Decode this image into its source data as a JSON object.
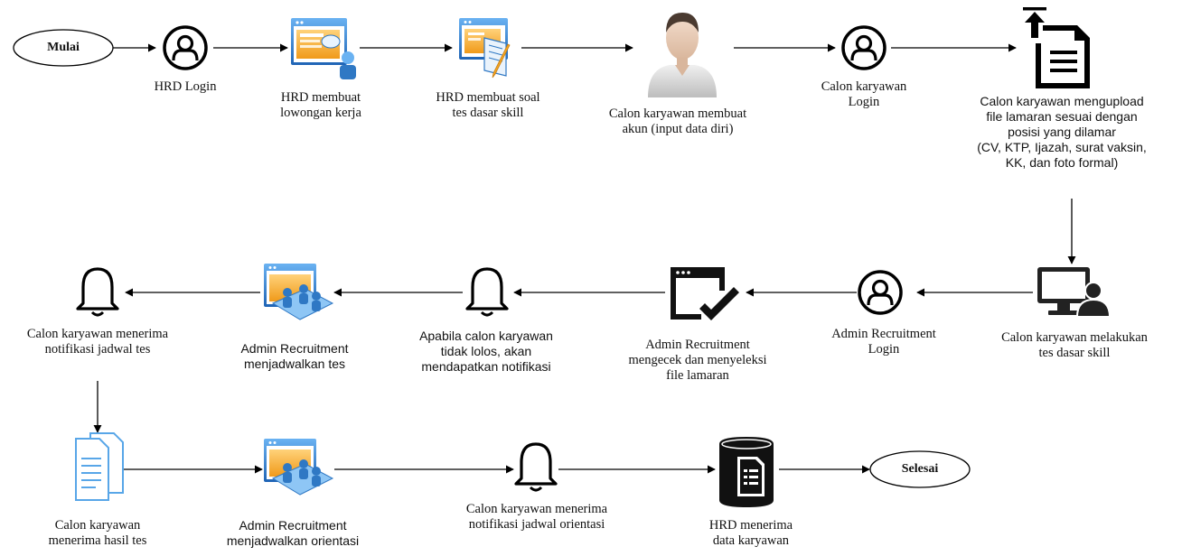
{
  "terminals": {
    "start": "Mulai",
    "end": "Selesai"
  },
  "steps": {
    "hrd_login": "HRD Login",
    "hrd_create_vacancy": "HRD membuat\nlowongan kerja",
    "hrd_create_test": "HRD membuat soal\ntes dasar skill",
    "candidate_create_account": "Calon karyawan membuat\nakun (input data diri)",
    "candidate_login": "Calon karyawan\nLogin",
    "candidate_upload": "Calon karyawan mengupload\nfile lamaran sesuai dengan\nposisi yang dilamar\n(CV, KTP, Ijazah, surat vaksin,\nKK, dan foto formal)",
    "candidate_skill_test": "Calon karyawan melakukan\ntes dasar skill",
    "admin_login": "Admin Recruitment\nLogin",
    "admin_screening": "Admin Recruitment\nmengecek dan menyeleksi\nfile lamaran",
    "rejection_notice": "Apabila calon karyawan\ntidak lolos, akan\nmendapatkan notifikasi",
    "admin_schedule_test": "Admin Recruitment\nmenjadwalkan tes",
    "candidate_test_notice": "Calon karyawan menerima\nnotifikasi jadwal tes",
    "candidate_test_result": "Calon karyawan\nmenerima hasil tes",
    "admin_schedule_orientation": "Admin Recruitment\nmenjadwalkan orientasi",
    "candidate_orientation_notice": "Calon karyawan menerima\nnotifikasi jadwal orientasi",
    "hrd_receive_data": "HRD menerima\ndata karyawan"
  },
  "icons": {
    "user": "user-circle-icon",
    "webpage": "webpage-form-icon",
    "webpage_edit": "webpage-pencil-icon",
    "person": "person-avatar-icon",
    "upload": "file-upload-icon",
    "monitor_user": "monitor-user-icon",
    "checklist": "window-check-icon",
    "bell": "bell-icon",
    "schedule": "webpage-people-icon",
    "documents": "documents-icon",
    "database": "database-document-icon"
  },
  "colors": {
    "line": "#000000",
    "icon_blue": "#2f78c4",
    "icon_orange": "#f5a623",
    "doc_blue": "#58a6e8"
  }
}
